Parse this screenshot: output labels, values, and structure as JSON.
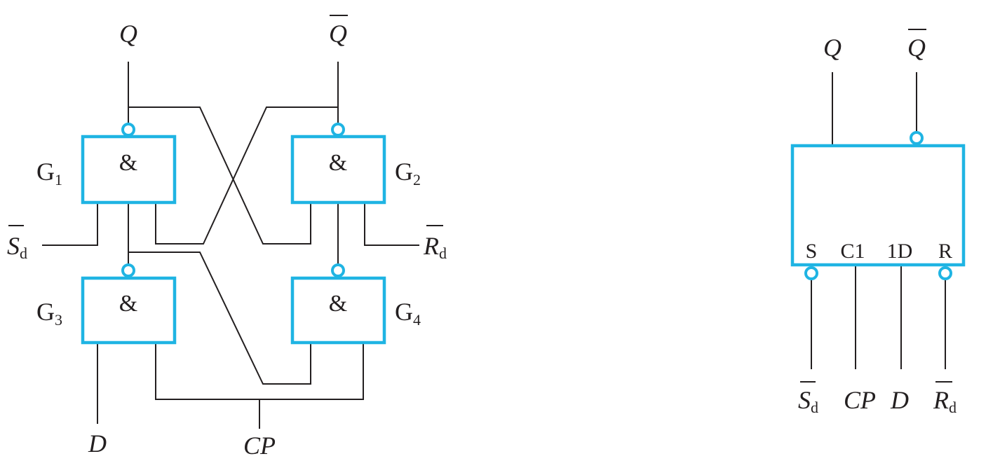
{
  "colors": {
    "gate": "#1fb4e3",
    "wire": "#231f20",
    "background": "#ffffff"
  },
  "logic_diagram": {
    "output_q": "Q",
    "output_qbar": "Q",
    "input_sd": "S",
    "input_sd_sub": "d",
    "input_rd": "R",
    "input_rd_sub": "d",
    "input_d": "D",
    "input_cp": "CP",
    "gates": [
      {
        "name": "G",
        "index": "1",
        "symbol": "&"
      },
      {
        "name": "G",
        "index": "2",
        "symbol": "&"
      },
      {
        "name": "G",
        "index": "3",
        "symbol": "&"
      },
      {
        "name": "G",
        "index": "4",
        "symbol": "&"
      }
    ]
  },
  "symbol": {
    "output_q": "Q",
    "output_qbar": "Q",
    "pin_s": "S",
    "pin_c1": "C1",
    "pin_1d": "1D",
    "pin_r": "R",
    "input_sd": "S",
    "input_sd_sub": "d",
    "input_cp": "CP",
    "input_d": "D",
    "input_rd": "R",
    "input_rd_sub": "d"
  }
}
